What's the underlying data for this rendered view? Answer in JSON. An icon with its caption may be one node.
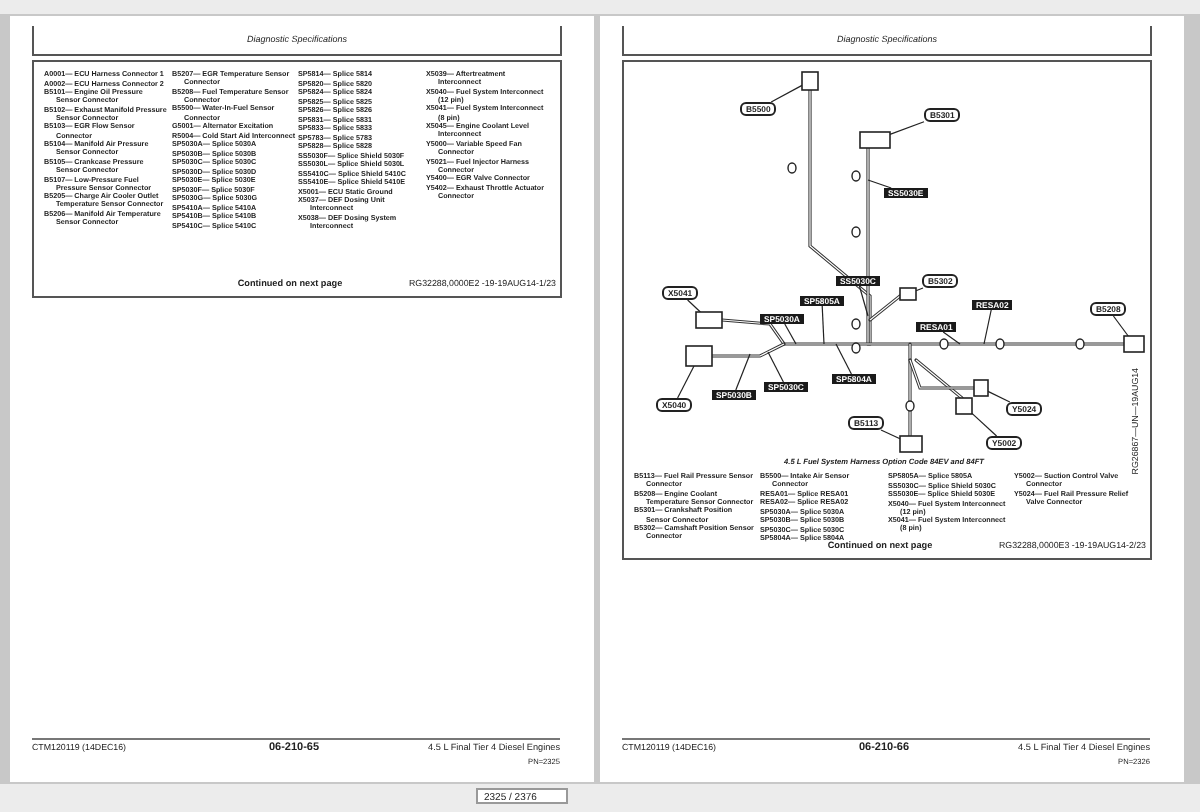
{
  "diagram": {
    "nodes": [
      {
        "text": [
          "B5500"
        ]
      },
      {
        "text": [
          "B5301"
        ]
      },
      {
        "text": [
          "SS5030E"
        ]
      },
      {
        "text": [
          "SS5030C"
        ]
      },
      {
        "text": [
          "B5302"
        ]
      },
      {
        "text": [
          "X5041"
        ]
      },
      {
        "text": [
          "SP5805A"
        ]
      },
      {
        "text": [
          "SP5030A"
        ]
      },
      {
        "text": [
          "RESA02"
        ]
      },
      {
        "text": [
          "RESA01"
        ]
      },
      {
        "text": [
          "B5208"
        ]
      },
      {
        "text": [
          "X5040"
        ]
      },
      {
        "text": [
          "SP5030B"
        ]
      },
      {
        "text": [
          "SP5030C"
        ]
      },
      {
        "text": [
          "SP5804A"
        ]
      },
      {
        "text": [
          "Y5024"
        ]
      },
      {
        "text": [
          "B5113"
        ]
      },
      {
        "text": [
          "Y5002"
        ]
      },
      {
        "text": [],
        "shape": "box"
      },
      {
        "text": [],
        "shape": "box"
      },
      {
        "text": [],
        "shape": "box"
      },
      {
        "text": [],
        "shape": "box"
      },
      {
        "text": [],
        "shape": "box"
      },
      {
        "text": [],
        "shape": "box"
      },
      {
        "text": [],
        "shape": "box"
      },
      {
        "text": [],
        "shape": "box"
      },
      {
        "text": [],
        "shape": "box"
      }
    ],
    "edges": [
      {
        "from": 0,
        "to": 18,
        "arrow": "none"
      },
      {
        "from": 1,
        "to": 19,
        "arrow": "none"
      },
      {
        "from": 2,
        "to": null,
        "arrow": "none"
      },
      {
        "from": 3,
        "to": null,
        "arrow": "none"
      },
      {
        "from": 4,
        "to": 20,
        "arrow": "none"
      },
      {
        "from": 5,
        "to": 21,
        "arrow": "none"
      },
      {
        "from": 6,
        "to": null,
        "arrow": "none"
      },
      {
        "from": 7,
        "to": null,
        "arrow": "none"
      },
      {
        "from": 8,
        "to": null,
        "arrow": "none"
      },
      {
        "from": 9,
        "to": null,
        "arrow": "none"
      },
      {
        "from": 10,
        "to": 22,
        "arrow": "none"
      },
      {
        "from": 11,
        "to": 23,
        "arrow": "none"
      },
      {
        "from": 12,
        "to": null,
        "arrow": "none"
      },
      {
        "from": 13,
        "to": null,
        "arrow": "none"
      },
      {
        "from": 14,
        "to": null,
        "arrow": "none"
      },
      {
        "from": 15,
        "to": 24,
        "arrow": "none"
      },
      {
        "from": 16,
        "to": 26,
        "arrow": "none"
      },
      {
        "from": 17,
        "to": 25,
        "arrow": "none"
      }
    ],
    "labels": [
      "Diagnostic Specifications",
      "A0001— ECU Harness Connector 1",
      "A0002— ECU Harness Connector 2",
      "B5101— Engine Oil Pressure Sensor Connector",
      "B5102— Exhaust Manifold Pressure Sensor Connector",
      "B5103— EGR Flow Sensor Connector",
      "B5104— Manifold Air Pressure Sensor Connector",
      "B5105— Crankcase Pressure Sensor Connector",
      "B5107— Low-Pressure Fuel Pressure Sensor Connector",
      "B5205— Charge Air Cooler Outlet Temperature Sensor Connector",
      "B5206— Manifold Air Temperature Sensor Connector",
      "B5207— EGR Temperature Sensor Connector",
      "B5208— Fuel Temperature Sensor Connector",
      "B5500— Water-In-Fuel Sensor Connector",
      "G5001— Alternator Excitation",
      "R5004— Cold Start Aid Interconnect",
      "SP5030A— Splice 5030A",
      "SP5030B— Splice 5030B",
      "SP5030C— Splice 5030C",
      "SP5030D— Splice 5030D",
      "SP5030E— Splice 5030E",
      "SP5030F— Splice 5030F",
      "SP5030G— Splice 5030G",
      "SP5410A— Splice 5410A",
      "SP5410B— Splice 5410B",
      "SP5410C— Splice 5410C",
      "SP5814— Splice 5814",
      "SP5820— Splice 5820",
      "SP5824— Splice 5824",
      "SP5825— Splice 5825",
      "SP5826— Splice 5826",
      "SP5831— Splice 5831",
      "SP5833— Splice 5833",
      "SP5783— Splice 5783",
      "SP5828— Splice 5828",
      "SS5030F— Splice Shield 5030F",
      "SS5030L— Splice Shield 5030L",
      "SS5410C— Splice Shield 5410C",
      "SS5410E— Splice Shield 5410E",
      "X5001— ECU Static Ground",
      "X5037— DEF Dosing Unit Interconnect",
      "X5038— DEF Dosing System Interconnect",
      "X5039— Aftertreatment Interconnect",
      "X5040— Fuel System Interconnect (12 pin)",
      "X5041— Fuel System Interconnect (8 pin)",
      "X5045— Engine Coolant Level Interconnect",
      "Y5000— Variable Speed Fan Connector",
      "Y5021— Fuel Injector Harness Connector",
      "Y5400— EGR Valve Connector",
      "Y5402— Exhaust Throttle Actuator Connector",
      "Continued on next page",
      "RG32288,0000E2 -19-19AUG14-1/23",
      "CTM120119 (14DEC16)",
      "06-210-65",
      "4.5 L Final Tier 4 Diesel Engines",
      "PN=2325",
      "Diagnostic Specifications",
      "RG26867—UN—19AUG14",
      "4.5 L Fuel System Harness Option Code 84EV and 84FT",
      "B5113— Fuel Rail Pressure Sensor Connector",
      "B5208— Engine Coolant Temperature Sensor Connector",
      "B5301— Crankshaft Position Sensor Connector",
      "B5302— Camshaft Position Sensor Connector",
      "B5500— Intake Air Sensor Connector",
      "RESA01— Splice RESA01",
      "RESA02— Splice RESA02",
      "SP5030A— Splice 5030A",
      "SP5030B— Splice 5030B",
      "SP5030C— Splice 5030C",
      "SP5804A— Splice 5804A",
      "SP5805A— Splice 5805A",
      "SS5030C— Splice Shield 5030C",
      "SS5030E— Splice Shield 5030E",
      "X5040— Fuel System Interconnect (12 pin)",
      "X5041— Fuel System Interconnect (8 pin)",
      "Y5002— Suction Control Valve Connector",
      "Y5024— Fuel Rail Pressure Relief Valve Connector",
      "Continued on next page",
      "RG32288,0000E3 -19-19AUG14-2/23",
      "CTM120119 (14DEC16)",
      "06-210-66",
      "4.5 L Final Tier 4 Diesel Engines",
      "PN=2326",
      "2325 / 2376"
    ]
  }
}
